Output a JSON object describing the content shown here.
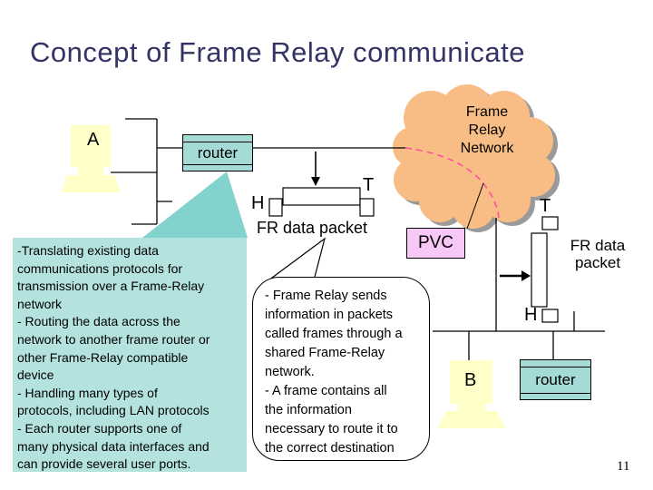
{
  "slide": {
    "title": "Concept of Frame Relay communicate",
    "page_number": "11"
  },
  "cloud": {
    "label": "Frame\nRelay\nNetwork"
  },
  "nodes": {
    "terminal_a_label": "A",
    "terminal_b_label": "B",
    "router_left_label": "router",
    "router_right_label": "router",
    "pvc_label": "PVC"
  },
  "packets": {
    "top": {
      "h": "H",
      "t": "T",
      "caption": "FR data packet"
    },
    "right": {
      "h": "H",
      "t": "T",
      "caption": "FR data\npacket"
    }
  },
  "notes": {
    "router_functions": "-Translating existing data\ncommunications protocols for\ntransmission over a Frame-Relay\nnetwork\n- Routing the data across the\nnetwork to another frame router or\nother Frame-Relay compatible\ndevice\n- Handling many types of\nprotocols, including LAN protocols\n- Each router supports one of\nmany physical data interfaces and\ncan provide several user ports.",
    "frame_relay_bubble": "- Frame Relay sends\ninformation in packets\ncalled frames through a\nshared Frame-Relay\nnetwork.\n- A frame contains all\nthe information\nnecessary to route it to\nthe correct destination"
  },
  "colors": {
    "title_text": "#333366",
    "cloud_fill": "#F8BD85",
    "cloud_shadow": "#9A9A9A",
    "terminal_fill": "#FFFFC8",
    "router_fill": "#A5DBD7",
    "note_fill": "#B4E3DF",
    "wedge_fill": "#82D2CD",
    "pvc_fill": "#F7C8F5",
    "pvc_dashed_line": "#FF4FA0"
  }
}
